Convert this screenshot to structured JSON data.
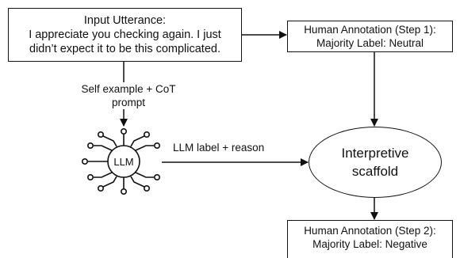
{
  "input": {
    "title": "Input Utterance:",
    "line1": "I appreciate you checking again. I just",
    "line2": "didn’t expect it to be this complicated."
  },
  "annotation_step1": {
    "title": "Human Annotation (Step 1):",
    "label": "Majority Label: Neutral"
  },
  "annotation_step2": {
    "title": "Human Annotation (Step 2):",
    "label": "Majority Label: Negative"
  },
  "prompt_edge": {
    "line1": "Self example + CoT",
    "line2": "prompt"
  },
  "llm": {
    "icon_text": "LLM",
    "icon": "llm-circuit-icon"
  },
  "llm_edge": {
    "label": "LLM label + reason"
  },
  "scaffold": {
    "line1": "Interpretive",
    "line2": "scaffold"
  }
}
